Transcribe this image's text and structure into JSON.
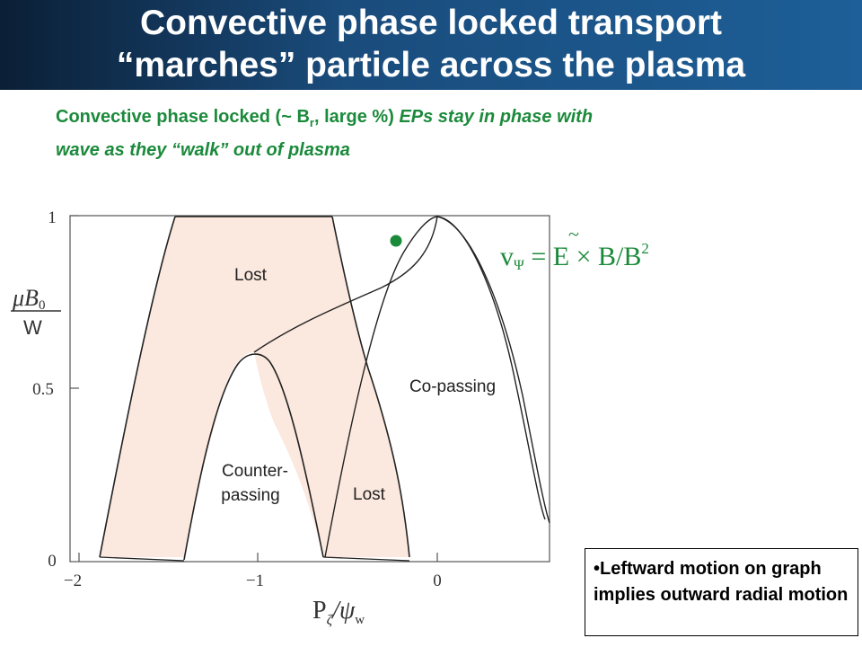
{
  "slide": {
    "title_line1": "Convective phase locked transport",
    "title_line2": "“marches” particle across the plasma",
    "subtitle_plain": "Convective phase locked (~ B",
    "subtitle_sub": "r",
    "subtitle_plain2": ", large %) ",
    "subtitle_italic": "EPs stay in phase with wave as they “walk” out of plasma"
  },
  "diagram": {
    "x_ticks": [
      "−2",
      "−1",
      "0"
    ],
    "y_ticks": [
      "0",
      "0.5",
      "1"
    ],
    "x_label_main": "P",
    "x_label_sub": "ζ",
    "x_label_rest": "/ψ",
    "x_label_sub2": "w",
    "y_label_num": "μB",
    "y_label_num_sub": "0",
    "y_label_den": "W",
    "regions": {
      "lost_top": "Lost",
      "lost_bottom": "Lost",
      "co_passing": "Co-passing",
      "counter_line1": "Counter-",
      "counter_line2": "passing"
    },
    "formula_v": "v",
    "formula_sub": "Ψ",
    "formula_eq": " = ",
    "formula_E": "E",
    "formula_rest": " × B/B",
    "formula_sup": "2",
    "formula_tilde": "~",
    "colors": {
      "lost_fill": "#fbe8de",
      "marker": "#1b8a3b",
      "line": "#222222"
    }
  },
  "note": {
    "bullet": "•",
    "text": "Leftward motion on graph implies outward radial motion"
  }
}
